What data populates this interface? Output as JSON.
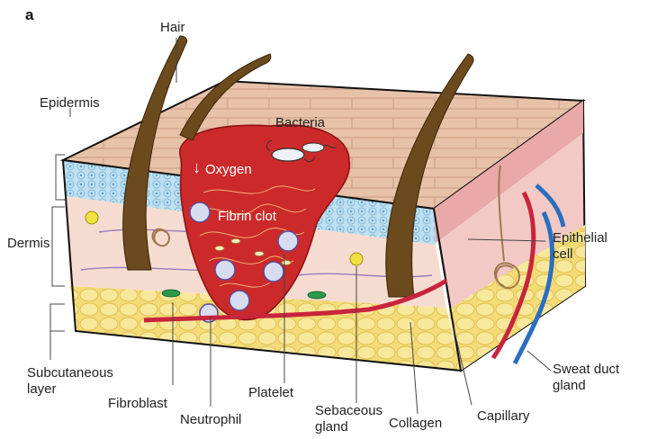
{
  "diagram": {
    "panel_letter": "a",
    "labels": {
      "hair": "Hair",
      "epidermis": "Epidermis",
      "dermis": "Dermis",
      "subcutaneous": [
        "Subcutaneous",
        "layer"
      ],
      "bacteria": "Bacteria",
      "oxygen": "Oxygen",
      "oxygen_arrow": "↓",
      "fibrin_clot": "Fibrin clot",
      "epithelial_cell": [
        "Epithelial",
        "cell"
      ],
      "sweat_duct_gland": [
        "Sweat duct",
        "gland"
      ],
      "fibroblast": "Fibroblast",
      "neutrophil": "Neutrophil",
      "platelet": "Platelet",
      "sebaceous_gland": [
        "Sebaceous",
        "gland"
      ],
      "collagen": "Collagen",
      "capillary": "Capillary"
    },
    "colors": {
      "skin_surface": "#e8c2a8",
      "epidermis_blue": "#bfe0f0",
      "dermis": "#f6dcd0",
      "subcutaneous_fat": "#f3dc78",
      "clot": "#cc2a2a",
      "hair": "#6b4a1e",
      "capillary_red": "#c8243c",
      "capillary_blue": "#2a6fc0"
    }
  }
}
